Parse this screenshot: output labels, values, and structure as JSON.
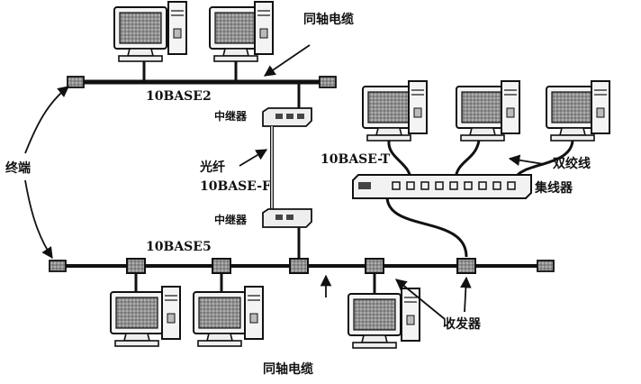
{
  "labels": {
    "coax_top": "同轴电缆",
    "coax_bottom": "同轴电缆",
    "std_10base2": "10BASE2",
    "std_10base5": "10BASE5",
    "std_10baset": "10BASE-T",
    "std_10basef": "10BASE-F",
    "repeater_top": "中继器",
    "repeater_bottom": "中继器",
    "fiber": "光纤",
    "terminator": "终端",
    "twisted_pair": "双绞线",
    "hub": "集线器",
    "transceiver": "收发器"
  }
}
